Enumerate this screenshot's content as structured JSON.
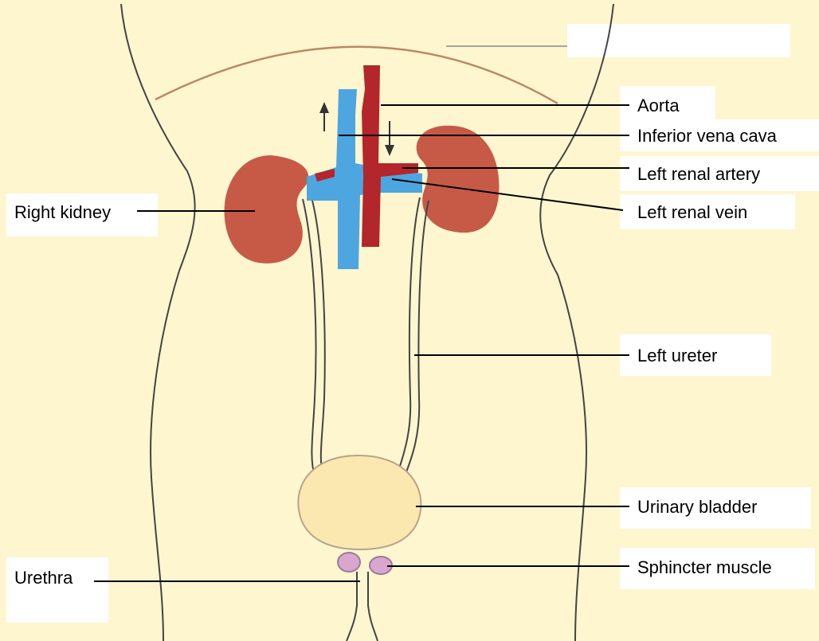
{
  "labels": {
    "aorta": "Aorta",
    "inferior_vena_cava": "Inferior vena cava",
    "left_renal_artery": "Left renal artery",
    "left_renal_vein": "Left renal vein",
    "right_kidney": "Right kidney",
    "left_ureter": "Left ureter",
    "urinary_bladder": "Urinary bladder",
    "sphincter_muscle": "Sphincter muscle",
    "urethra": "Urethra"
  },
  "colors": {
    "background": "#fdf6cf",
    "kidney": "#c65a47",
    "aorta": "#b3262b",
    "vena_cava": "#4da6e0",
    "bladder": "#fbe8b0",
    "sphincter": "#d9a6cf",
    "label_box": "#ffffff"
  },
  "icons": {
    "up_arrow": "up-arrow-icon",
    "down_arrow": "down-arrow-icon"
  }
}
